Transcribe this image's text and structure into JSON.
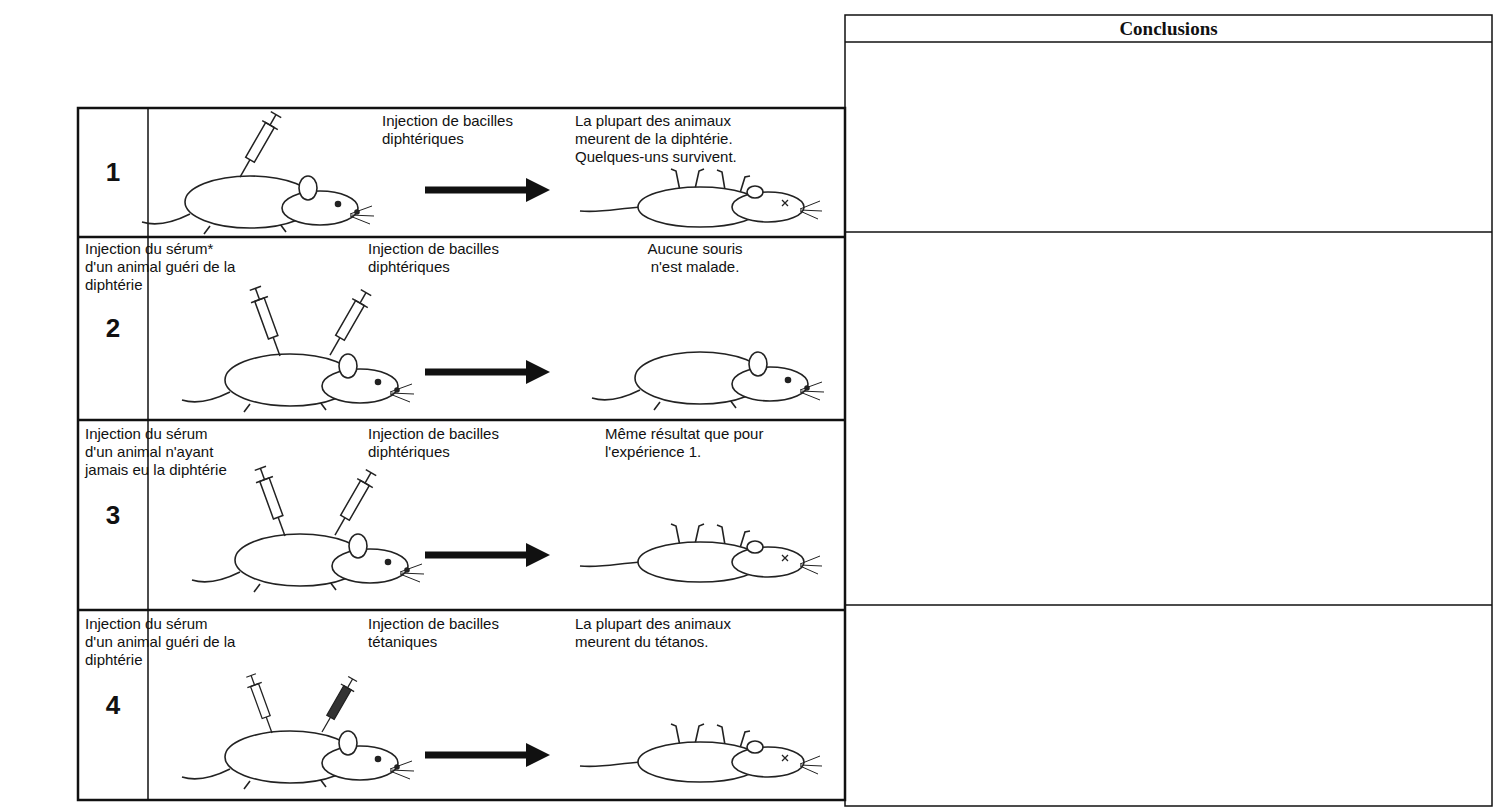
{
  "diagram": {
    "labels": [
      "Conclusions",
      "1",
      "Injection de bacilles diphtériques",
      "La plupart des animaux meurent de la diphtérie. Quelques-uns survivent.",
      "2",
      "Injection du sérum* d'un animal guéri de la diphtérie",
      "Injection de bacilles diphtériques",
      "Aucune souris n'est malade.",
      "3",
      "Injection du sérum d'un animal n'ayant jamais eu la diphtérie",
      "Injection de bacilles diphtériques",
      "Même résultat que pour l'expérience 1.",
      "4",
      "Injection du sérum d'un animal guéri de la diphtérie",
      "Injection de bacilles tétaniques",
      "La plupart des animaux meurent du tétanos."
    ]
  }
}
